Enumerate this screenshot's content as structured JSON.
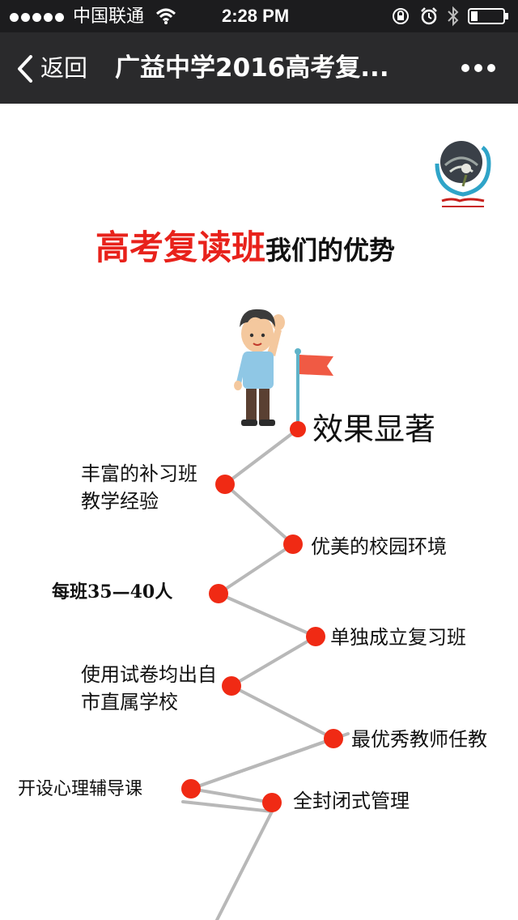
{
  "status": {
    "carrier": "中国联通",
    "time": "2:28 PM"
  },
  "nav": {
    "back_label": "返回",
    "title": "广益中学2016高考复...",
    "more_icon": "more-dots-icon"
  },
  "poster": {
    "heading_red": "高考复读班",
    "heading_black": "我们的优势",
    "top_label": "效果显著",
    "items": [
      {
        "line1": "丰富的补习班",
        "line2": "教学经验"
      },
      {
        "line1": "优美的校园环境"
      },
      {
        "line1": "每班35—40人"
      },
      {
        "line1": "单独成立复习班"
      },
      {
        "line1": "使用试卷均出自",
        "line2": "市直属学校"
      },
      {
        "line1": "最优秀教师任教"
      },
      {
        "line1": "开设心理辅导课"
      },
      {
        "line1": "全封闭式管理"
      }
    ]
  },
  "colors": {
    "accent_red": "#e8221b",
    "dot_red": "#f02a14",
    "flag_red": "#f05a44",
    "navbar": "#2a2a2c",
    "statusbar": "#1c1c1e"
  }
}
